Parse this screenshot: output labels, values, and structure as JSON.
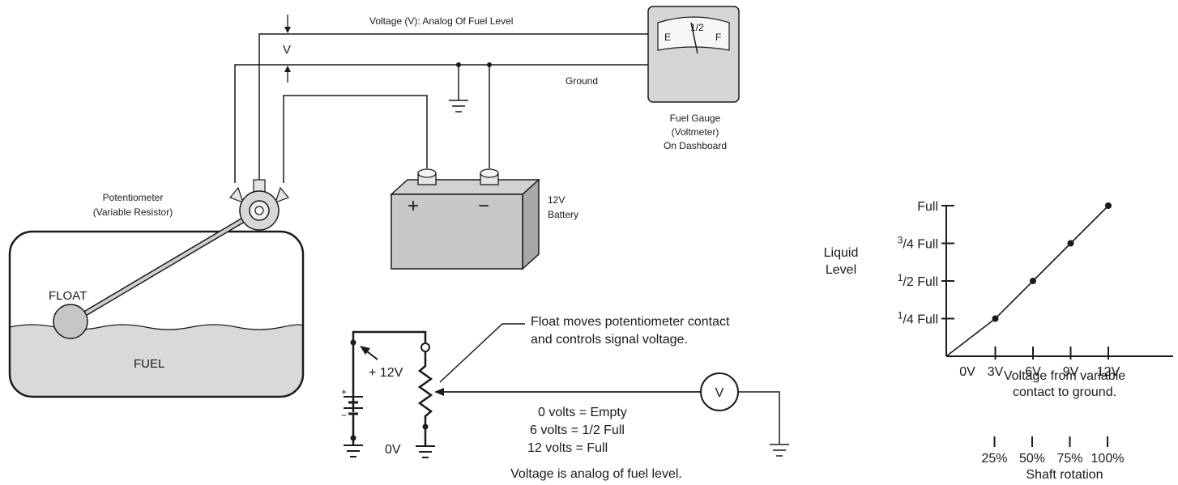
{
  "top": {
    "wire_label": "Voltage (V): Analog Of Fuel Level",
    "v_label": "V",
    "ground_label": "Ground"
  },
  "gauge": {
    "empty_mark": "E",
    "half_mark": "1/2",
    "full_mark": "F",
    "caption_lines": [
      "Fuel Gauge",
      "(Voltmeter)",
      "On Dashboard"
    ]
  },
  "battery": {
    "plus": "+",
    "minus": "−",
    "caption_lines": [
      "12V",
      "Battery"
    ]
  },
  "potentiometer": {
    "caption_lines": [
      "Potentiometer",
      "(Variable Resistor)"
    ]
  },
  "tank": {
    "float_label": "FLOAT",
    "fuel_label": "FUEL"
  },
  "schematic": {
    "callout_lines": [
      "Float moves potentiometer contact",
      "and controls signal voltage."
    ],
    "supply_label": "+ 12V",
    "plus": "+",
    "minus": "−",
    "zero_label": "0V",
    "meter_label": "V",
    "legend_lines": [
      "0 volts = Empty",
      "6 volts = 1/2 Full",
      "12 volts = Full"
    ],
    "footer": "Voltage is analog of fuel level."
  },
  "chart_data": {
    "type": "line",
    "ylabel_lines": [
      "Liquid",
      "Level"
    ],
    "y_ticks": [
      {
        "sup": "",
        "text": "Full",
        "value": 1.0
      },
      {
        "sup": "3",
        "text": "/4 Full",
        "value": 0.75
      },
      {
        "sup": "1",
        "text": "/2 Full",
        "value": 0.5
      },
      {
        "sup": "1",
        "text": "/4 Full",
        "value": 0.25
      }
    ],
    "x_ticks": [
      {
        "label": "0V",
        "value": 0
      },
      {
        "label": "3V",
        "value": 3
      },
      {
        "label": "6V",
        "value": 6
      },
      {
        "label": "9V",
        "value": 9
      },
      {
        "label": "12V",
        "value": 12
      }
    ],
    "xlabel_lines": [
      "Voltage from variable",
      "contact to ground."
    ],
    "rotation_ticks": [
      {
        "label": "25%",
        "value": 3
      },
      {
        "label": "50%",
        "value": 6
      },
      {
        "label": "75%",
        "value": 9
      },
      {
        "label": "100%",
        "value": 12
      }
    ],
    "rotation_label": "Shaft rotation",
    "points": [
      {
        "x": 3,
        "y": 0.25
      },
      {
        "x": 6,
        "y": 0.5
      },
      {
        "x": 9,
        "y": 0.75
      },
      {
        "x": 12,
        "y": 1.0
      }
    ],
    "xlim": [
      0,
      12
    ],
    "ylim": [
      0,
      1
    ]
  }
}
